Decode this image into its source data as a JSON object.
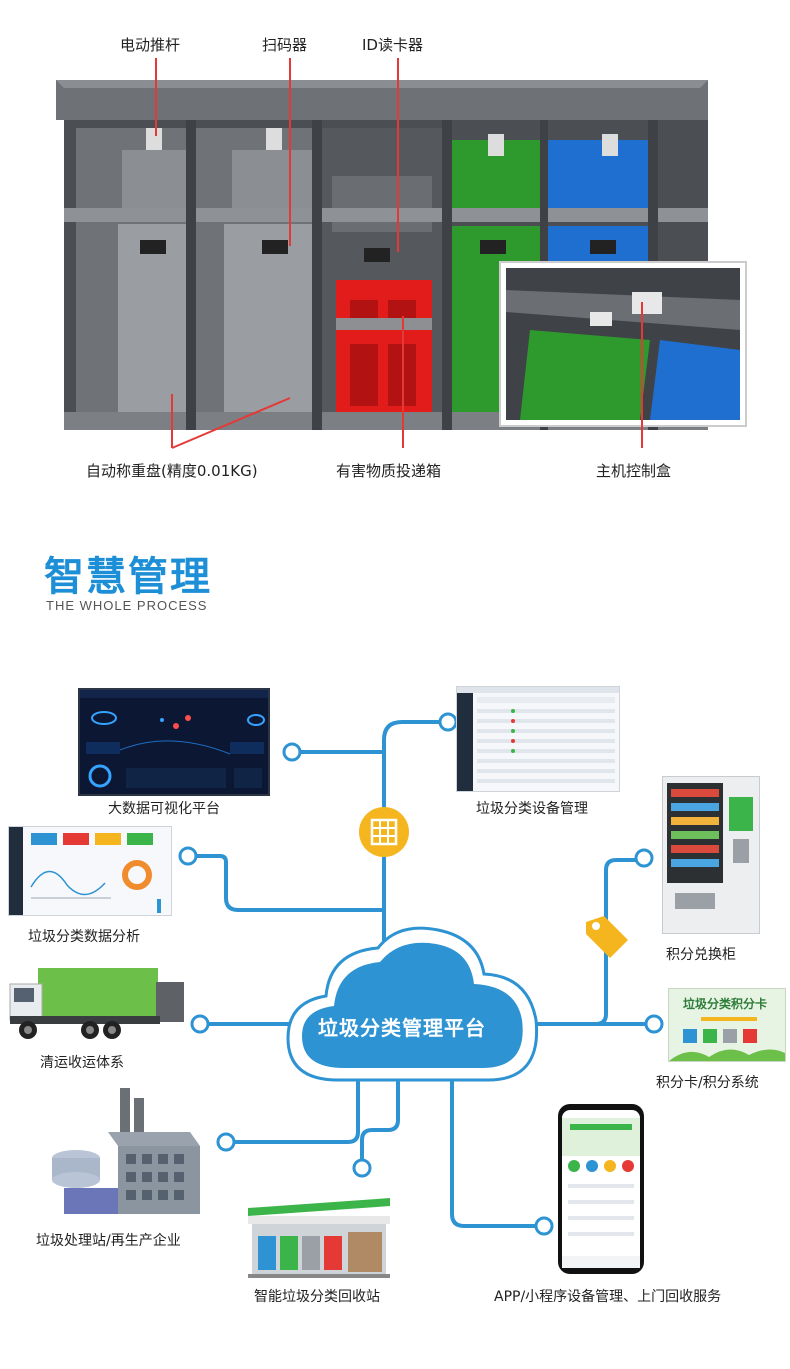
{
  "hero": {
    "labels": {
      "pusher": "电动推杆",
      "scanner": "扫码器",
      "id_reader": "ID读卡器",
      "scale": "自动称重盘(精度0.01KG)",
      "hazard_box": "有害物质投递箱",
      "controller": "主机控制盒"
    },
    "colors": {
      "callout": "#e53935",
      "green": "#2e9a2e",
      "blue": "#1f6fd1",
      "red": "#e21b1b",
      "frame": "#5a5d62"
    }
  },
  "section": {
    "title": "智慧管理",
    "subtitle": "THE WHOLE PROCESS"
  },
  "diagram": {
    "center": "垃圾分类管理平台",
    "nodes": {
      "bigdata": "大数据可视化平台",
      "device_mgmt": "垃圾分类设备管理",
      "analysis": "垃圾分类数据分析",
      "exchange": "积分兑换柜",
      "transport": "清运收运体系",
      "points_card": "积分卡/积分系统",
      "treatment": "垃圾处理站/再生产企业",
      "station": "智能垃圾分类回收站",
      "app": "APP/小程序设备管理、上门回收服务"
    },
    "card_title": "垃圾分类积分卡",
    "colors": {
      "line": "#2d93d3",
      "cloud": "#2d93d3",
      "chip": "#f4b51f",
      "tag": "#f4b51f"
    }
  }
}
